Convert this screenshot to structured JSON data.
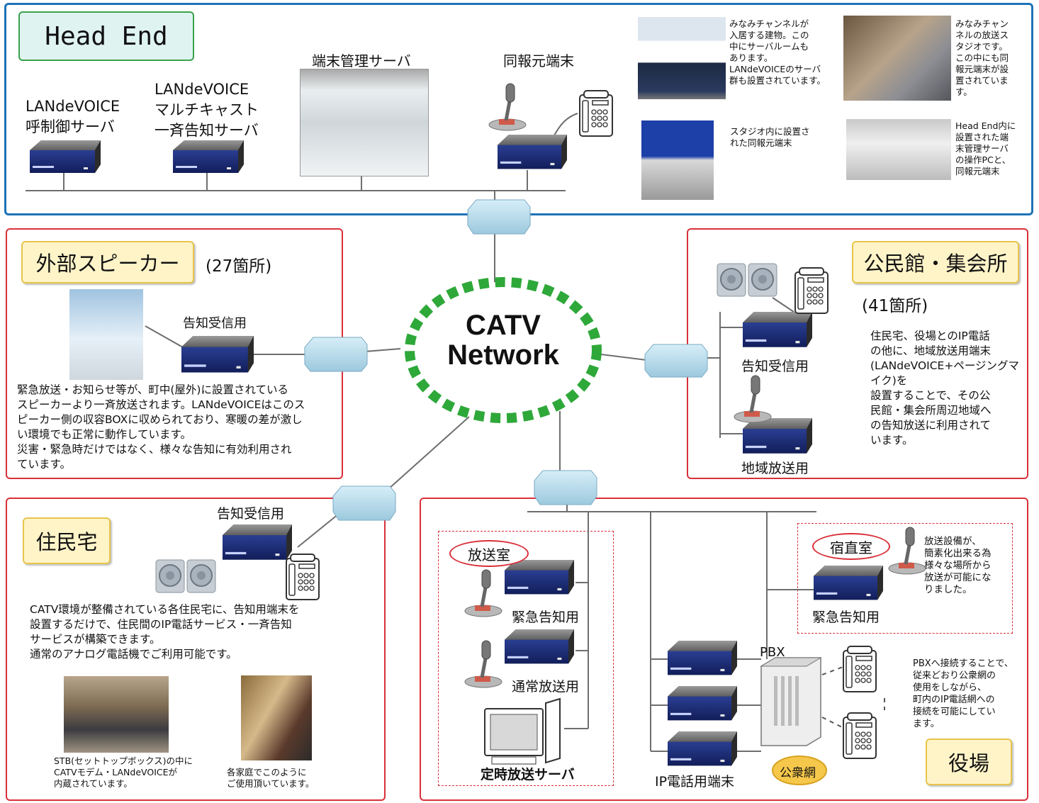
{
  "head_end": {
    "title": "Head End",
    "call_server": "LANdeVOICE\n呼制御サーバ",
    "multicast_server": "LANdeVOICE\nマルチキャスト\n一斉告知サーバ",
    "terminal_mgmt_server": "端末管理サーバ",
    "broadcast_origin": "同報元端末",
    "photo_building_caption": "みなみチャンネルが\n入居する建物。この\n中にサーバルームも\nあります。\nLANdeVOICEのサーバ\n群も設置されています。",
    "photo_studio_caption": "みなみチャン\nネルの放送ス\nタジオです。\nこの中にも同\n報元端末が設\n置されていま\nす。",
    "photo_origin_caption": "スタジオ内に設置さ\nれた同報元端末",
    "photo_pc_caption": "Head End内に\n設置された端\n末管理サーバ\nの操作PCと、\n同報元端末"
  },
  "network": {
    "label_line1": "CATV",
    "label_line2": "Network"
  },
  "outdoor": {
    "title": "外部スピーカー",
    "count": "(27箇所)",
    "receiver_label": "告知受信用",
    "description": "緊急放送・お知らせ等が、町中(屋外)に設置されている\nスピーカーより一斉放送されます。LANdeVOICEはこのス\nピーカー側の収容BOXに収められており、寒暖の差が激し\nい環境でも正常に動作しています。\n災害・緊急時だけではなく、様々な告知に有効利用され\nています。"
  },
  "community": {
    "title": "公民館・集会所",
    "count": "(41箇所)",
    "receiver_label": "告知受信用",
    "local_broadcast_label": "地域放送用",
    "description": "住民宅、役場とのIP電話\nの他に、地域放送用端末\n(LANdeVOICE+ページングマイク)を\n設置することで、その公\n民館・集会所周辺地域へ\nの告知放送に利用されて\nいます。"
  },
  "residence": {
    "title": "住民宅",
    "receiver_label": "告知受信用",
    "description": "CATV環境が整備されている各住民宅に、告知用端末を\n設置するだけで、住民間のIP電話サービス・一斉告知\nサービスが構築できます。\n通常のアナログ電話機でご利用可能です。",
    "photo_stb_caption": "STB(セットトップボックス)の中に\nCATVモデム・LANdeVOICEが\n内蔵されています。",
    "photo_user_caption": "各家庭でこのように\nご使用頂いています。"
  },
  "town_hall": {
    "title": "役場",
    "broadcast_room": "放送室",
    "emergency_label": "緊急告知用",
    "normal_label": "通常放送用",
    "scheduled_server": "定時放送サーバ",
    "night_room": "宿直室",
    "night_emergency_label": "緊急告知用",
    "night_description": "放送設備が、\n簡素化出来る為\n様々な場所から\n放送が可能にな\nりました。",
    "ip_phone_label": "IP電話用端末",
    "pbx_label": "PBX",
    "public_network": "公衆網",
    "pbx_description": "PBXへ接続することで、\n従来どおり公衆網の\n使用をしながら、\n町内のIP電話網への\n接続を可能にしてい\nます。"
  },
  "colors": {
    "head_end_border": "#1f73b8",
    "region_border": "#d9303a",
    "network_ring": "#2fa83a",
    "tag_yellow": "#fff4c8",
    "tag_green": "#dff3f1",
    "device_blue": "#1a2d78"
  }
}
